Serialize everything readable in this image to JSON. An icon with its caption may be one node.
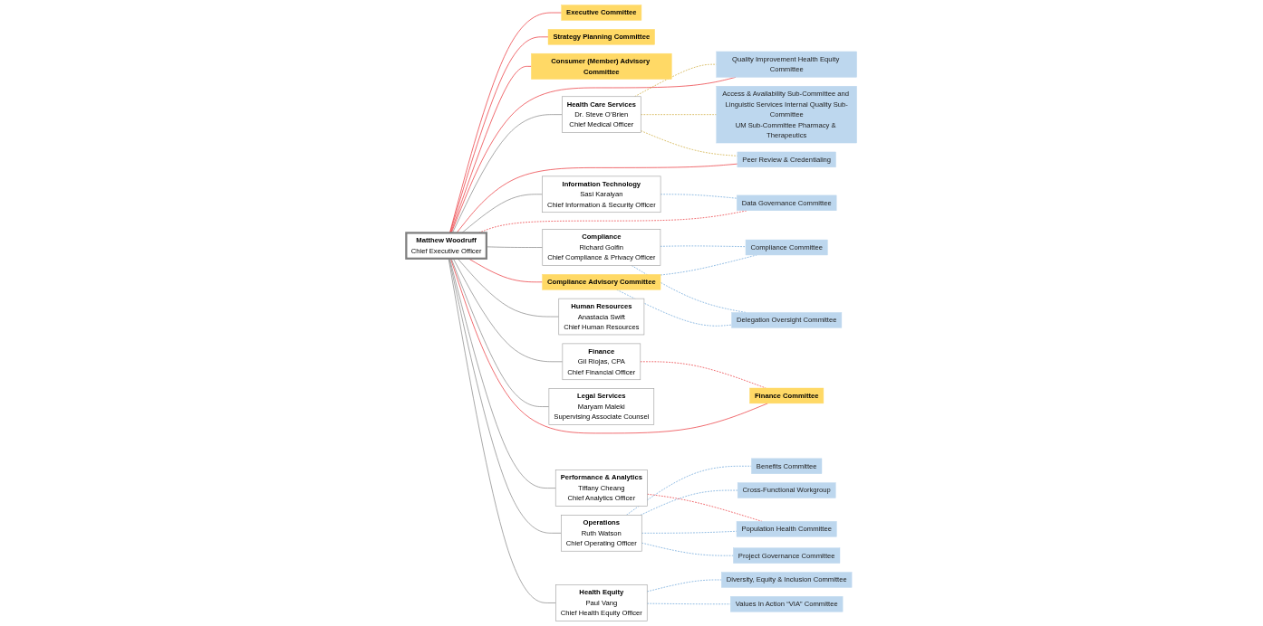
{
  "diagram": {
    "nodes": [
      {
        "text": [
          "Executive Committee"
        ]
      },
      {
        "text": [
          "Strategy Planning Committee"
        ]
      },
      {
        "text": [
          "Consumer (Member) Advisory Committee"
        ]
      },
      {
        "text": [
          "Matthew Woodruff",
          "Chief Executive Officer"
        ]
      },
      {
        "text": [
          "Compliance Advisory Committee"
        ]
      },
      {
        "text": [
          "Finance Committee"
        ]
      },
      {
        "text": [
          "Access & Availability Sub-Committee and Linguistic Services Internal Quality Sub-Committee",
          "UM Sub-Committee Pharmacy & Therapeutics"
        ]
      },
      {
        "text": [
          "Health Care Services",
          "Dr. Steve O’Brien",
          "Chief Medical Officer"
        ]
      },
      {
        "text": [
          "Information Technology",
          "Sasi Karaiyan",
          "Chief Information & Security Officer"
        ]
      },
      {
        "text": [
          "Data Governance Committee"
        ]
      },
      {
        "text": [
          "Quality Improvement Health Equity Committee"
        ]
      },
      {
        "text": [
          "Operations",
          "Ruth Watson",
          "Chief Operating Officer"
        ]
      },
      {
        "text": [
          "Compliance",
          "Richard Golfin",
          "Chief Compliance & Privacy Officer"
        ]
      },
      {
        "text": [
          "Compliance Committee"
        ]
      },
      {
        "text": [
          "Delegation Oversight Committee"
        ]
      },
      {
        "text": [
          "Peer Review & Credentialing"
        ]
      },
      {
        "text": [
          "Population Health Committee"
        ]
      },
      {
        "text": [
          "Performance & Analytics",
          "Tiffany Cheang",
          "Chief Analytics Officer"
        ]
      },
      {
        "text": [
          "Finance",
          "Gil Riojas, CPA",
          "Chief Financial Officer"
        ]
      },
      {
        "text": [
          "Benefits Committee"
        ]
      },
      {
        "text": [
          "Human Resources",
          "Anastacia Swift",
          "Chief Human Resources"
        ]
      },
      {
        "text": [
          "Health Equity",
          "Paul Vang",
          "Chief Health Equity Officer"
        ]
      },
      {
        "text": [
          "Diversity, Equity & Inclusion Committee"
        ]
      },
      {
        "text": [
          "Cross-Functional Workgroup"
        ]
      },
      {
        "text": [
          "Values In Action “VIA” Committee"
        ]
      },
      {
        "text": [
          "Project Governance Committee"
        ]
      },
      {
        "text": [
          "Legal Services",
          "Maryam Maleki",
          "Supervising Associate Counsel"
        ]
      }
    ],
    "edges": [
      {
        "from": 3,
        "to": 0,
        "arrow": "none",
        "color": "#e8262b"
      },
      {
        "from": 3,
        "to": 1,
        "arrow": "none",
        "color": "#e8262b"
      },
      {
        "from": 3,
        "to": 2,
        "arrow": "none",
        "color": "#e8262b"
      },
      {
        "from": 3,
        "to": 4,
        "arrow": "none",
        "color": "#e8262b"
      },
      {
        "from": 3,
        "to": 5,
        "arrow": "none",
        "color": "#e8262b"
      },
      {
        "from": 3,
        "to": 10,
        "arrow": "none",
        "color": "#e8262b"
      },
      {
        "from": 3,
        "to": 15,
        "arrow": "none",
        "color": "#e8262b"
      },
      {
        "from": 3,
        "to": 9,
        "arrow": "none",
        "style": "dashed",
        "color": "#e8262b"
      },
      {
        "from": 3,
        "to": 7,
        "arrow": "none",
        "color": "#7f7f7f"
      },
      {
        "from": 3,
        "to": 8,
        "arrow": "none",
        "color": "#7f7f7f"
      },
      {
        "from": 3,
        "to": 11,
        "arrow": "none",
        "color": "#7f7f7f"
      },
      {
        "from": 3,
        "to": 12,
        "arrow": "none",
        "color": "#7f7f7f"
      },
      {
        "from": 3,
        "to": 17,
        "arrow": "none",
        "color": "#7f7f7f"
      },
      {
        "from": 3,
        "to": 18,
        "arrow": "none",
        "color": "#7f7f7f"
      },
      {
        "from": 3,
        "to": 20,
        "arrow": "none",
        "color": "#7f7f7f"
      },
      {
        "from": 3,
        "to": 21,
        "arrow": "none",
        "color": "#7f7f7f"
      },
      {
        "from": 3,
        "to": 26,
        "arrow": "none",
        "color": "#7f7f7f"
      },
      {
        "from": 7,
        "to": 6,
        "arrow": "none",
        "style": "dashed",
        "color": "#c9a227"
      },
      {
        "from": 7,
        "to": 10,
        "arrow": "none",
        "style": "dashed",
        "color": "#c9a227"
      },
      {
        "from": 7,
        "to": 15,
        "arrow": "none",
        "style": "dashed",
        "color": "#c9a227"
      },
      {
        "from": 11,
        "to": 16,
        "arrow": "none",
        "style": "dashed",
        "color": "#5b9bd5"
      },
      {
        "from": 11,
        "to": 19,
        "arrow": "none",
        "style": "dashed",
        "color": "#5b9bd5"
      },
      {
        "from": 11,
        "to": 23,
        "arrow": "none",
        "style": "dashed",
        "color": "#5b9bd5"
      },
      {
        "from": 11,
        "to": 25,
        "arrow": "none",
        "style": "dashed",
        "color": "#5b9bd5"
      },
      {
        "from": 17,
        "to": 16,
        "arrow": "none",
        "style": "dashed",
        "color": "#e8262b"
      },
      {
        "from": 8,
        "to": 9,
        "arrow": "none",
        "style": "dashed",
        "color": "#5b9bd5"
      },
      {
        "from": 4,
        "to": 13,
        "arrow": "none",
        "style": "dashed",
        "color": "#5b9bd5"
      },
      {
        "from": 4,
        "to": 14,
        "arrow": "none",
        "style": "dashed",
        "color": "#5b9bd5"
      },
      {
        "from": 12,
        "to": 13,
        "arrow": "none",
        "style": "dashed",
        "color": "#5b9bd5"
      },
      {
        "from": 12,
        "to": 14,
        "arrow": "none",
        "style": "dashed",
        "color": "#5b9bd5"
      },
      {
        "from": 18,
        "to": 5,
        "arrow": "none",
        "style": "dashed",
        "color": "#e8262b"
      },
      {
        "from": 21,
        "to": 22,
        "arrow": "none",
        "style": "dashed",
        "color": "#5b9bd5"
      },
      {
        "from": 21,
        "to": 24,
        "arrow": "none",
        "style": "dashed",
        "color": "#5b9bd5"
      }
    ]
  }
}
